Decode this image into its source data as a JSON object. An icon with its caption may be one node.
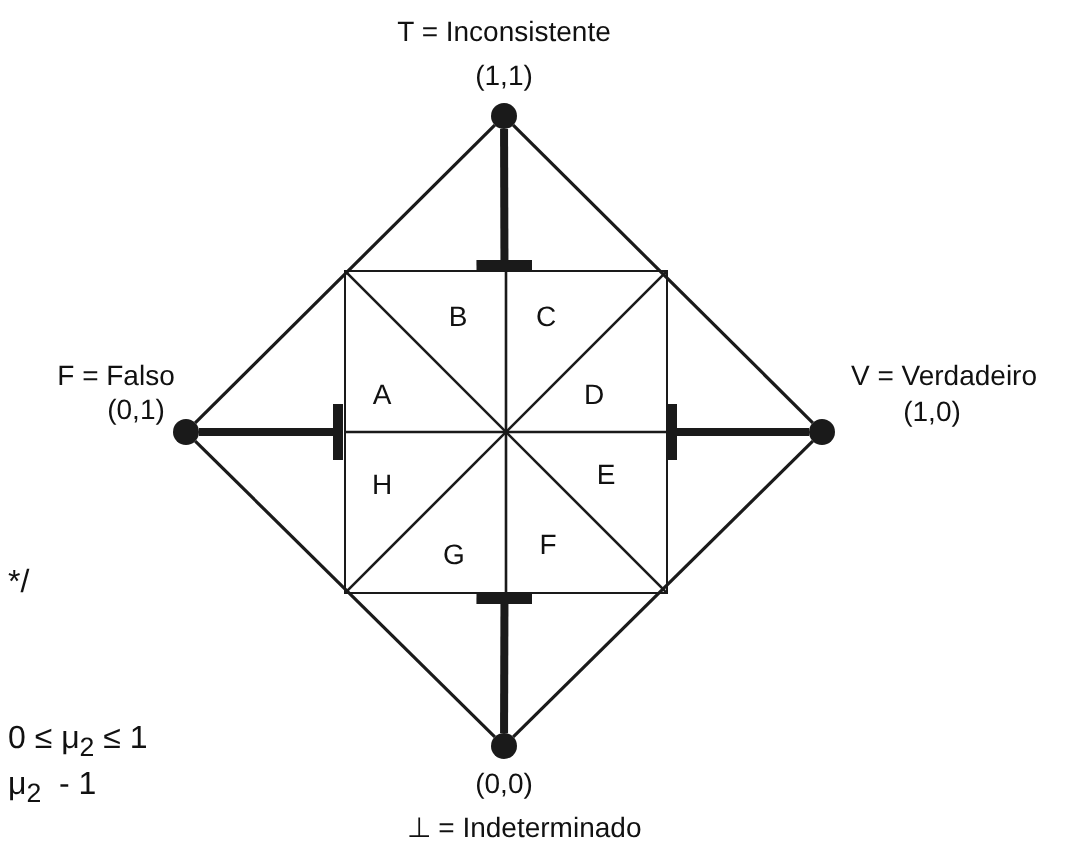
{
  "diagram": {
    "nodes": [
      {
        "text": [
          "T = Inconsistente",
          "(1,1)"
        ]
      },
      {
        "text": [
          "F = Falso",
          "(0,1)"
        ]
      },
      {
        "text": [
          "V = Verdadeiro",
          "(1,0)"
        ]
      },
      {
        "text": [
          "(0,0)",
          "⊥ = Indeterminado"
        ]
      },
      {
        "text": [],
        "shape": "box"
      }
    ],
    "edges": [
      {
        "from": 0,
        "to": 1,
        "arrow": "none"
      },
      {
        "from": 0,
        "to": 2,
        "arrow": "none"
      },
      {
        "from": 1,
        "to": 3,
        "arrow": "none"
      },
      {
        "from": 2,
        "to": 3,
        "arrow": "none"
      },
      {
        "from": 0,
        "to": 4,
        "arrow": "other",
        "style": "thick"
      },
      {
        "from": 1,
        "to": 4,
        "arrow": "other",
        "style": "thick"
      },
      {
        "from": 2,
        "to": 4,
        "arrow": "other",
        "style": "thick"
      },
      {
        "from": 3,
        "to": 4,
        "arrow": "other",
        "style": "thick"
      }
    ],
    "labels": [
      "B",
      "C",
      "A",
      "D",
      "H",
      "E",
      "G",
      "F",
      "*/",
      "0 ≤ μ$_{2}$ ≤ 1",
      "μ$_{2}$  - 1"
    ]
  }
}
